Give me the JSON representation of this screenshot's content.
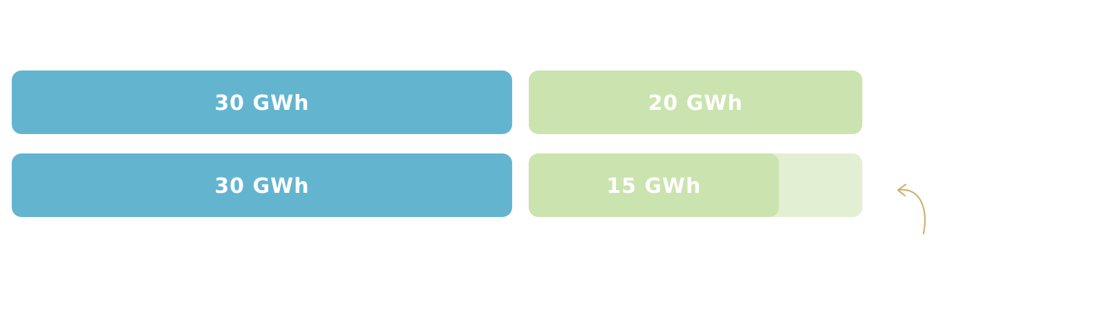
{
  "chart_data": {
    "type": "bar",
    "orientation": "horizontal",
    "stacked": true,
    "unit": "GWh",
    "rows": [
      {
        "segments": [
          {
            "value": 30,
            "label": "30 GWh",
            "color": "#63b5cf"
          },
          {
            "value": 20,
            "label": "20 GWh",
            "color": "#cbe3ae"
          }
        ]
      },
      {
        "segments": [
          {
            "value": 30,
            "label": "30 GWh",
            "color": "#63b5cf"
          },
          {
            "value": 15,
            "label": "15 GWh",
            "color": "#cbe3ae"
          }
        ],
        "remainder": {
          "value": 5,
          "color": "#e3efd3"
        }
      }
    ],
    "annotation": {
      "icon": "curved-arrow-icon",
      "color": "#c9b373"
    }
  }
}
